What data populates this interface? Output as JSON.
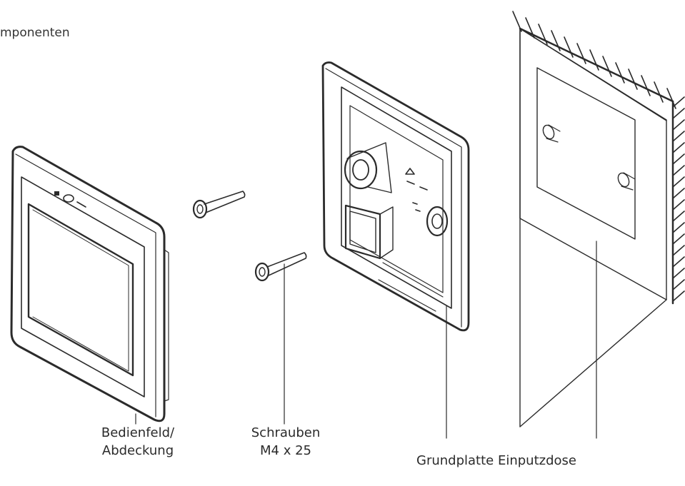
{
  "title": "mponenten",
  "labels": {
    "panel_line1": "Bedienfeld/",
    "panel_line2": "Abdeckung",
    "screws_line1": "Schrauben",
    "screws_line2": "M4 x 25",
    "base": "Grundplatte Einputzdose"
  },
  "icons": [
    "control-panel-drawing",
    "screw-drawing",
    "base-plate-drawing",
    "flush-box-drawing",
    "wall-hatching"
  ],
  "colors": {
    "line": "#2b2b2b",
    "background": "#ffffff"
  }
}
